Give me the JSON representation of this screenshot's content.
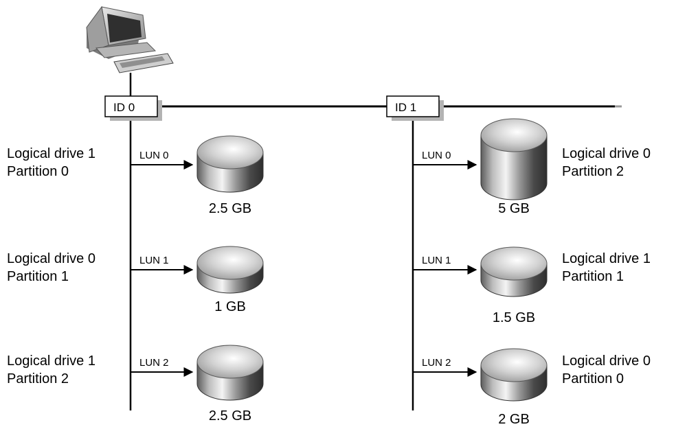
{
  "targets": [
    {
      "id_label": "ID 0",
      "luns": [
        {
          "lun": "LUN 0",
          "size": "2.5 GB",
          "drive_label": "Logical drive 1",
          "partition_label": "Partition 0"
        },
        {
          "lun": "LUN 1",
          "size": "1 GB",
          "drive_label": "Logical drive 0",
          "partition_label": "Partition 1"
        },
        {
          "lun": "LUN 2",
          "size": "2.5 GB",
          "drive_label": "Logical drive 1",
          "partition_label": "Partition 2"
        }
      ]
    },
    {
      "id_label": "ID 1",
      "luns": [
        {
          "lun": "LUN 0",
          "size": "5 GB",
          "drive_label": "Logical drive 0",
          "partition_label": "Partition 2"
        },
        {
          "lun": "LUN 1",
          "size": "1.5 GB",
          "drive_label": "Logical drive 1",
          "partition_label": "Partition 1"
        },
        {
          "lun": "LUN 2",
          "size": "2 GB",
          "drive_label": "Logical drive 0",
          "partition_label": "Partition 0"
        }
      ]
    }
  ],
  "icons": {
    "host": "computer-icon",
    "disk": "disk-icon"
  },
  "colors": {
    "line": "#000000",
    "box_fill": "#ffffff",
    "shadow": "#b3b3b3"
  }
}
